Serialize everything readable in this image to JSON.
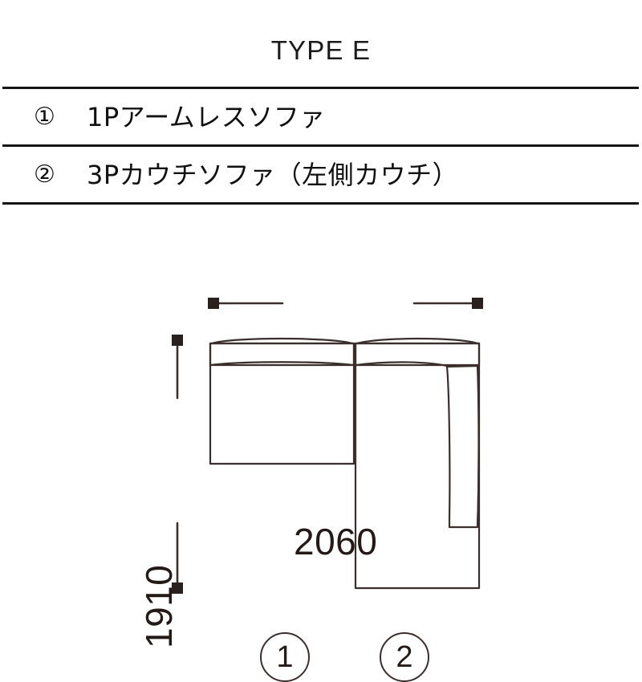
{
  "header": {
    "title": "TYPE E"
  },
  "spec_table": {
    "rows": [
      {
        "index": "①",
        "label": "1Pアームレスソファ"
      },
      {
        "index": "②",
        "label": "3Pカウチソファ（左側カウチ）"
      }
    ]
  },
  "diagram": {
    "type": "floor-plan",
    "description": "L字型ソファの平面図",
    "dimensions": {
      "width_label": "2060",
      "depth_label": "1910",
      "unit": "mm"
    },
    "callouts": [
      {
        "id": "1",
        "label": "①",
        "text": "1"
      },
      {
        "id": "2",
        "label": "②",
        "text": "2"
      }
    ]
  },
  "colors": {
    "line": "#3a2f2c",
    "rule": "#161616",
    "text": "#1a1a1a",
    "dimension": "#231a17",
    "background": "#ffffff"
  }
}
